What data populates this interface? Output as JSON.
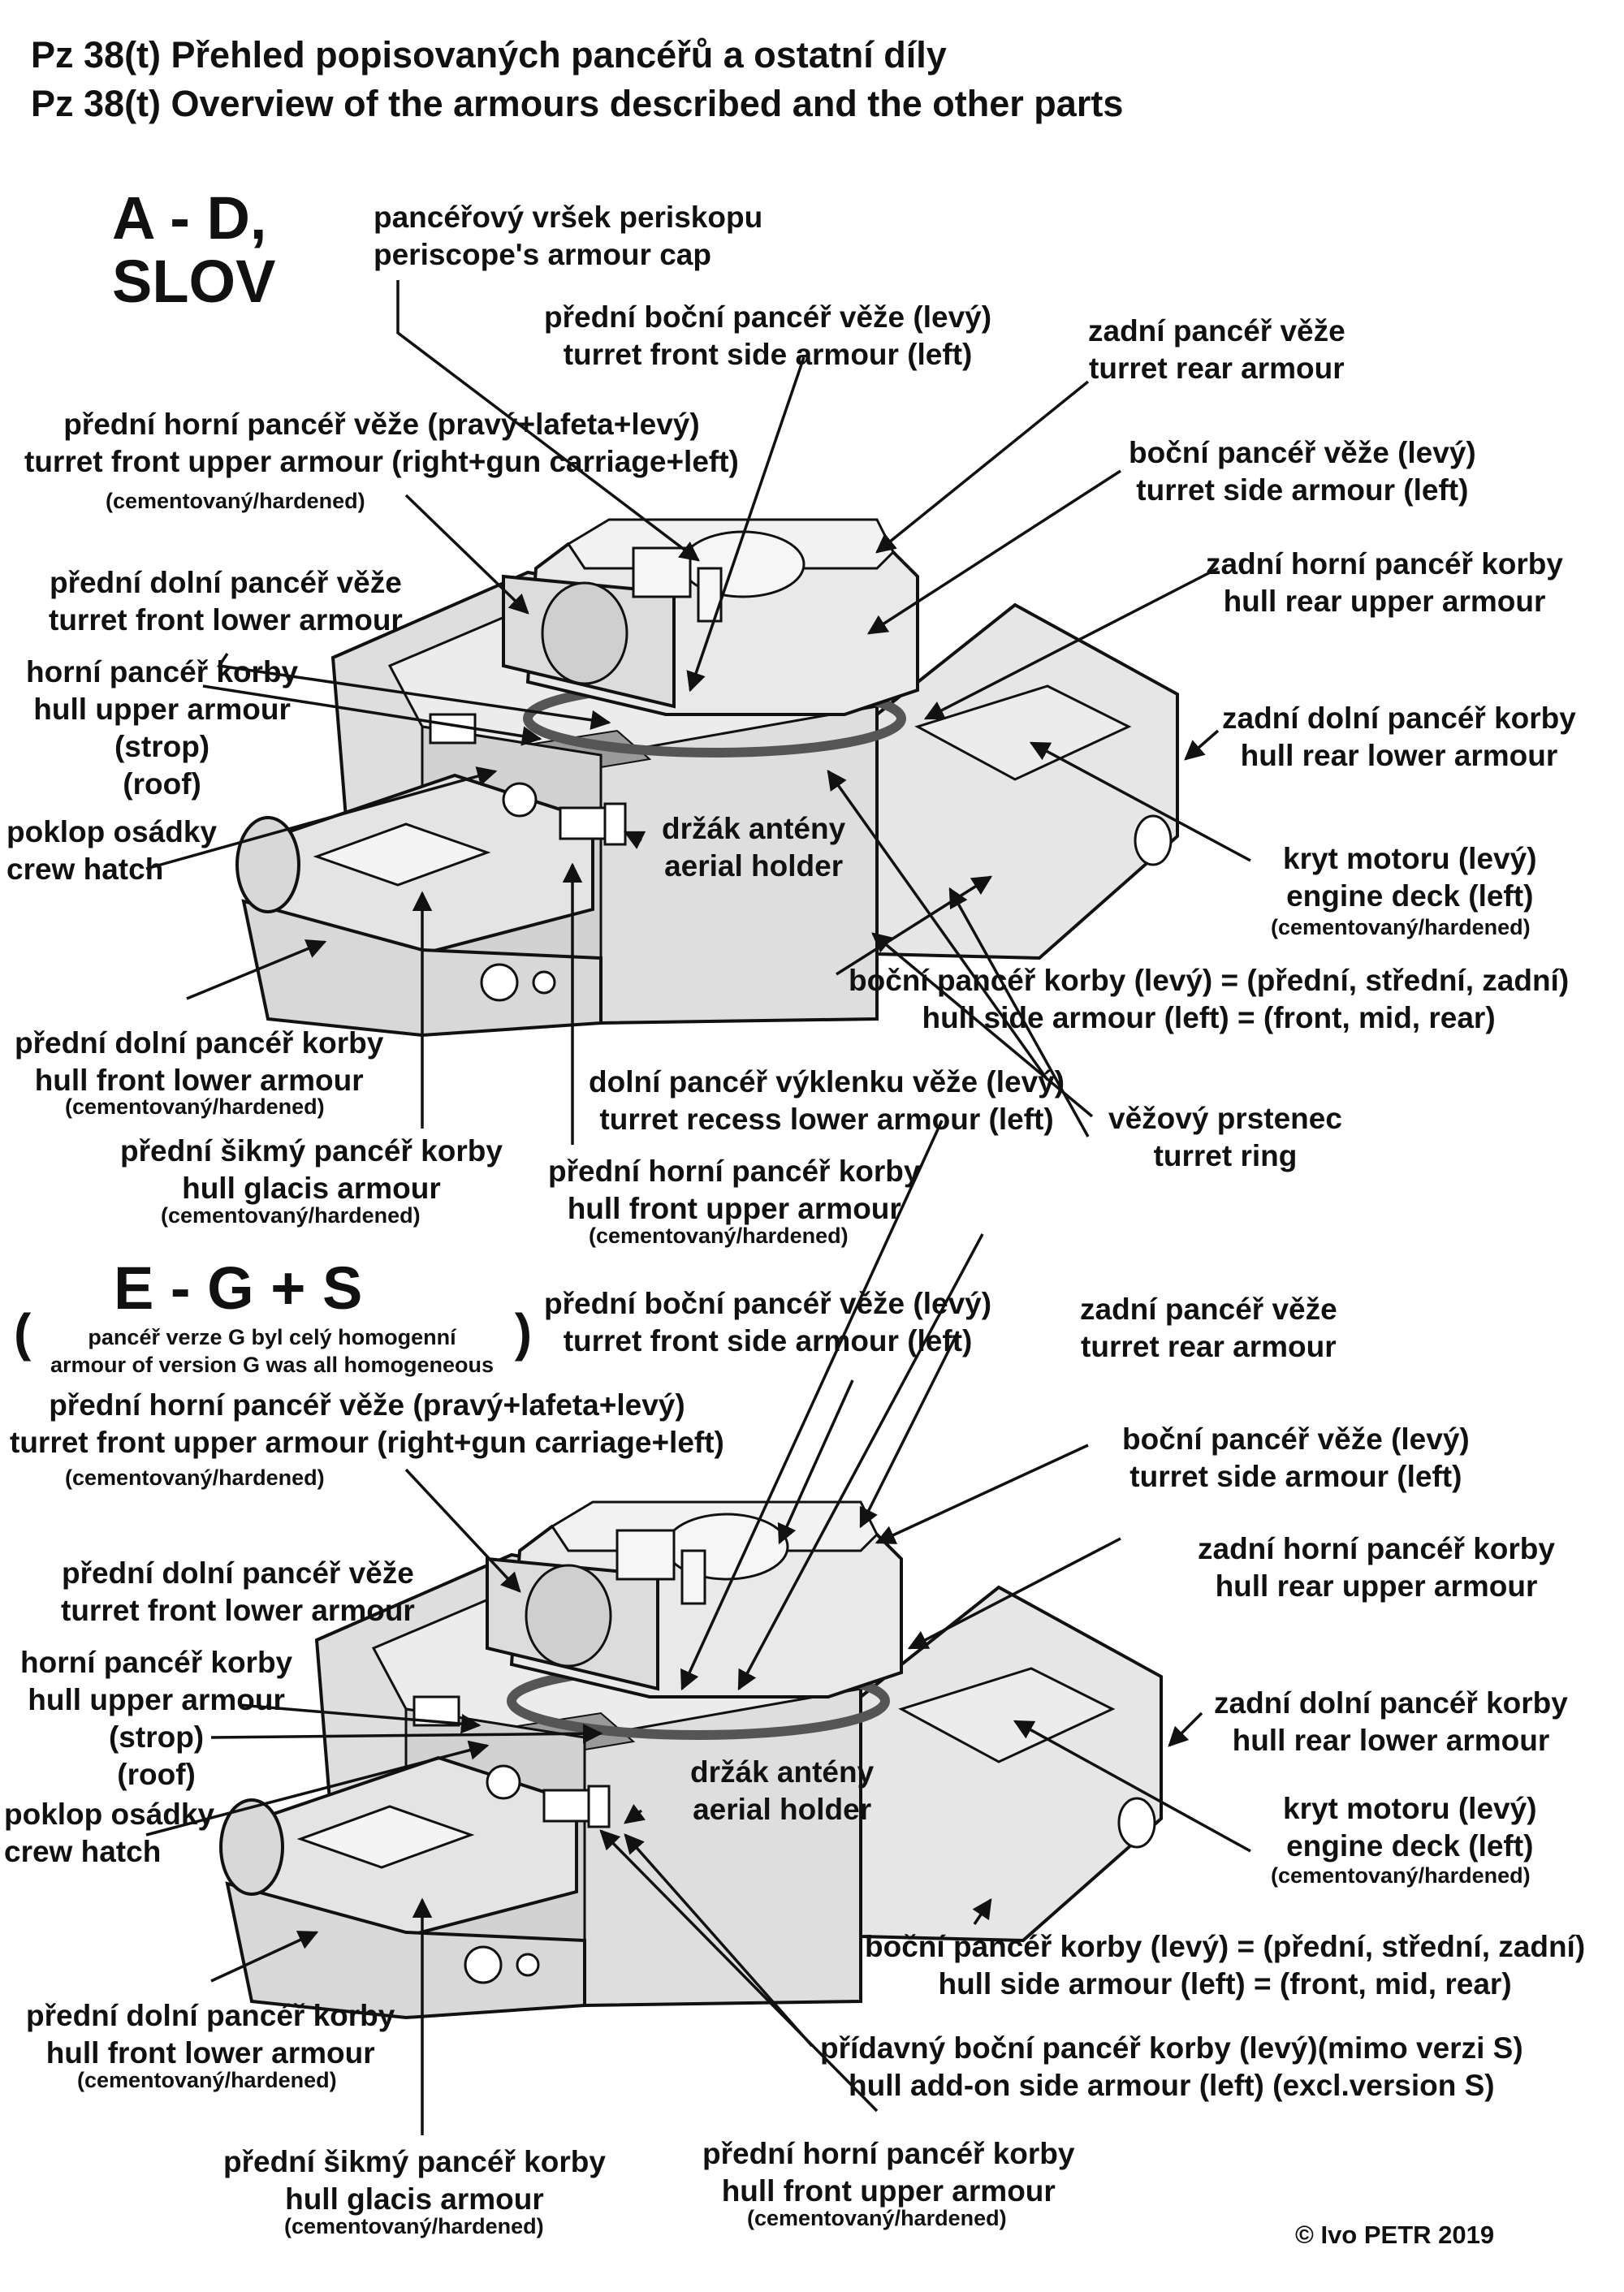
{
  "header": {
    "line_cz": "Pz 38(t)  Přehled popisovaných pancéřů  a ostatní díly",
    "line_en": "Pz 38(t)  Overview of the armours described and the other parts"
  },
  "top": {
    "version": [
      "A - D,",
      "SLOV"
    ],
    "periscope": [
      "pancéřový vršek periskopu",
      "periscope's armour cap"
    ],
    "turret_front_side": [
      "přední boční pancéř věže (levý)",
      "turret front side armour (left)"
    ],
    "turret_rear": [
      "zadní pancéř věže",
      "turret rear armour"
    ],
    "turret_front_upper": [
      "přední horní pancéř věže (pravý+lafeta+levý)",
      "turret front upper armour (right+gun carriage+left)"
    ],
    "turret_front_upper_note": "(cementovaný/hardened)",
    "turret_side": [
      "boční pancéř věže (levý)",
      "turret side armour (left)"
    ],
    "turret_front_lower": [
      "přední dolní pancéř věže",
      "turret front lower armour"
    ],
    "hull_rear_upper": [
      "zadní horní pancéř korby",
      "hull rear upper armour"
    ],
    "hull_upper": [
      "horní pancéř korby",
      "hull upper armour",
      "(strop)",
      "(roof)"
    ],
    "hull_rear_lower": [
      "zadní dolní pancéř korby",
      "hull rear lower armour"
    ],
    "crew_hatch": [
      "poklop osádky",
      "crew hatch"
    ],
    "aerial_holder": [
      "držák antény",
      "aerial holder"
    ],
    "engine_deck": [
      "kryt motoru (levý)",
      "engine deck (left)"
    ],
    "engine_deck_note": "(cementovaný/hardened)",
    "hull_side": [
      "boční pancéř korby (levý) = (přední, střední, zadní)",
      "hull side armour (left) = (front, mid, rear)"
    ],
    "hull_front_lower": [
      "přední dolní pancéř korby",
      "hull front lower armour"
    ],
    "hull_front_lower_note": "(cementovaný/hardened)",
    "turret_recess": [
      "dolní pancéř výklenku věže (levý)",
      "turret recess lower armour (left)"
    ],
    "turret_ring": [
      "věžový prstenec",
      "turret ring"
    ],
    "glacis": [
      "přední šikmý pancéř korby",
      "hull glacis armour"
    ],
    "glacis_note": "(cementovaný/hardened)",
    "hull_front_upper": [
      "přední horní pancéř korby",
      "hull front upper armour"
    ],
    "hull_front_upper_note": "(cementovaný/hardened)"
  },
  "bottom": {
    "version": "E - G + S",
    "version_note": [
      "pancéř verze G byl celý homogenní",
      "armour of version G was all homogeneous"
    ],
    "turret_front_side": [
      "přední boční pancéř věže (levý)",
      "turret front side armour (left)"
    ],
    "turret_rear": [
      "zadní pancéř věže",
      "turret rear armour"
    ],
    "turret_front_upper": [
      "přední horní pancéř věže (pravý+lafeta+levý)",
      "turret front upper armour (right+gun carriage+left)"
    ],
    "turret_front_upper_note": "(cementovaný/hardened)",
    "turret_side": [
      "boční pancéř věže (levý)",
      "turret side armour (left)"
    ],
    "turret_front_lower": [
      "přední dolní pancéř věže",
      "turret front lower armour"
    ],
    "hull_rear_upper": [
      "zadní horní pancéř korby",
      "hull rear upper armour"
    ],
    "hull_upper": [
      "horní pancéř korby",
      "hull upper armour",
      "(strop)",
      "(roof)"
    ],
    "hull_rear_lower": [
      "zadní dolní pancéř korby",
      "hull rear lower armour"
    ],
    "crew_hatch": [
      "poklop osádky",
      "crew hatch"
    ],
    "aerial_holder": [
      "držák antény",
      "aerial holder"
    ],
    "engine_deck": [
      "kryt motoru (levý)",
      "engine deck (left)"
    ],
    "engine_deck_note": "(cementovaný/hardened)",
    "hull_side": [
      "boční pancéř korby (levý) = (přední, střední, zadní)",
      "hull side armour (left) = (front, mid, rear)"
    ],
    "hull_front_lower": [
      "přední dolní pancéř korby",
      "hull front lower armour"
    ],
    "hull_front_lower_note": "(cementovaný/hardened)",
    "addon_side": [
      "přídavný boční pancéř korby (levý)(mimo verzi S)",
      "hull add-on side armour (left) (excl.version S)"
    ],
    "glacis": [
      "přední šikmý pancéř korby",
      "hull glacis armour"
    ],
    "glacis_note": "(cementovaný/hardened)",
    "hull_front_upper": [
      "přední horní pancéř korby",
      "hull front upper armour"
    ],
    "hull_front_upper_note": "(cementovaný/hardened)"
  },
  "copyright": "© Ivo PETR  2019"
}
